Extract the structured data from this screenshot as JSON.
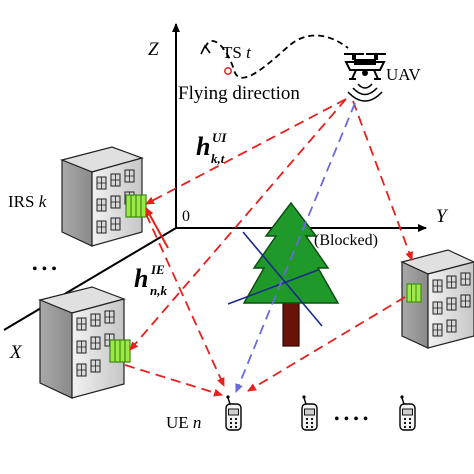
{
  "axes": {
    "z": "Z",
    "y": "Y",
    "x": "X",
    "origin": "0"
  },
  "labels": {
    "ts_prefix": "TS ",
    "ts_var": "t",
    "flying_direction": "Flying direction",
    "uav": "UAV",
    "irs_prefix": "IRS ",
    "irs_var": "k",
    "blocked": "(Blocked)",
    "ue_prefix": "UE ",
    "ue_var": "n",
    "dots_left": "• • •",
    "dots_right": "• • • •"
  },
  "channels": {
    "ui": {
      "base": "h",
      "sup": "UI",
      "sub": "k,t"
    },
    "ie": {
      "base": "h",
      "sup": "IE",
      "sub": "n,k"
    }
  },
  "colors": {
    "red_link": "#e8201c",
    "blue_link": "#6a6ae0",
    "tree_green": "#1f9a2a",
    "trunk_brown": "#6a1208",
    "irs_panel": "#9ee84a",
    "building_gray": "#c8c8c8"
  }
}
